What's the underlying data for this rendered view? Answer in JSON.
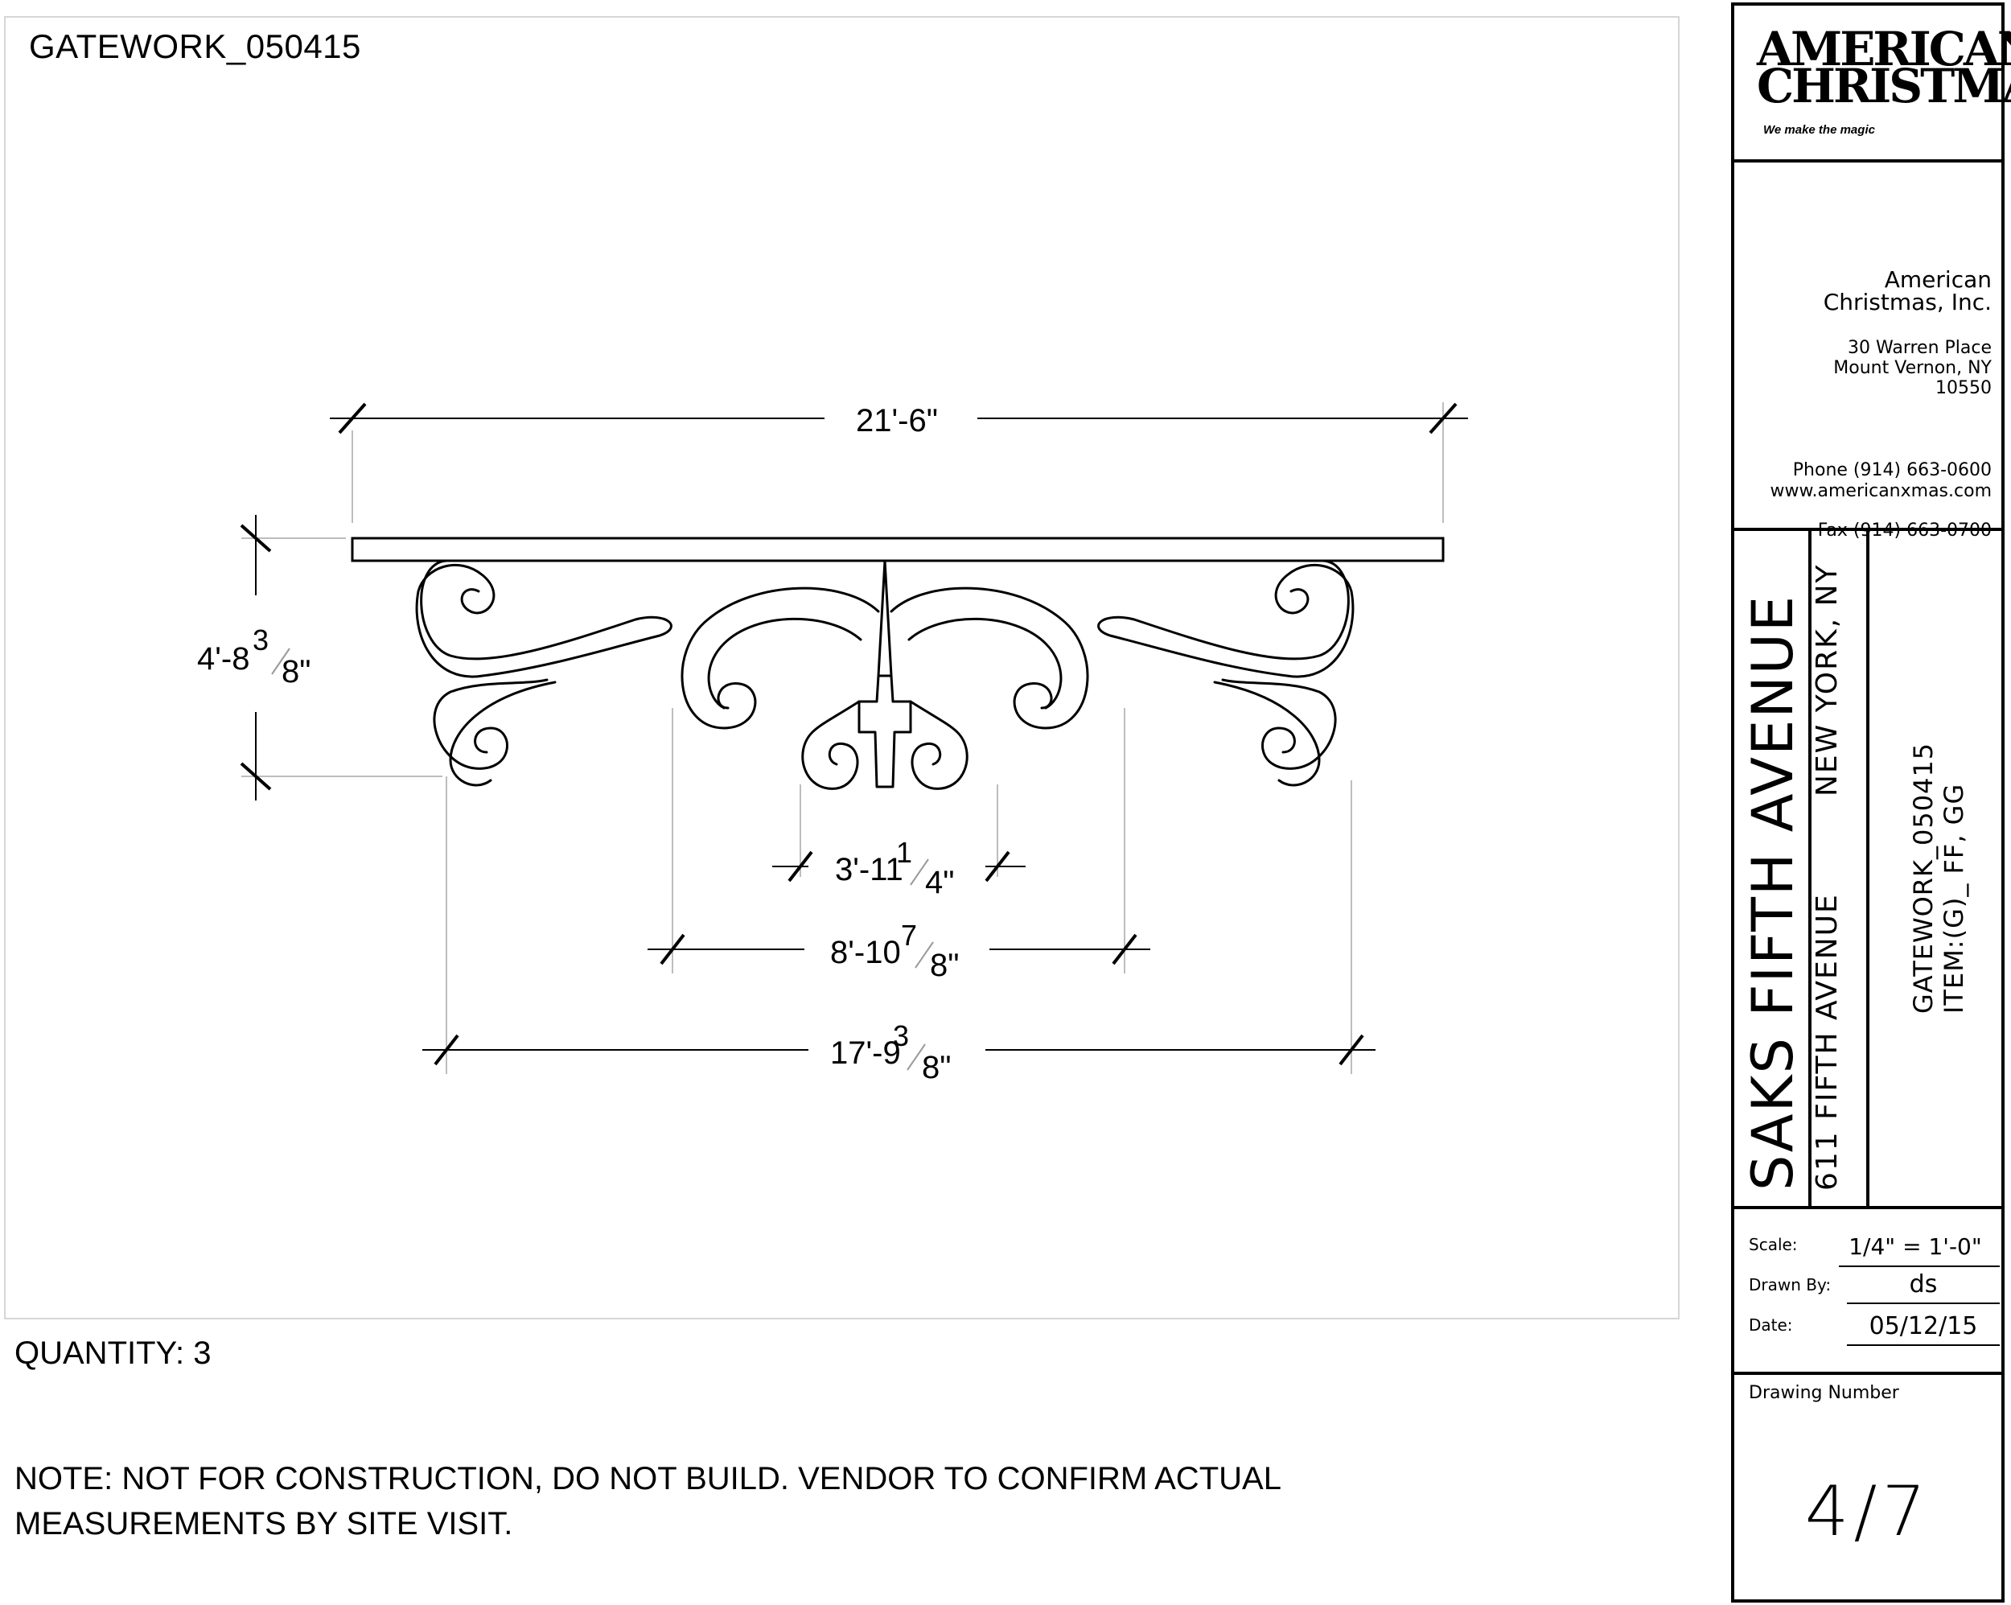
{
  "drawing": {
    "id_label": "GATEWORK_050415",
    "quantity": "QUANTITY: 3",
    "note": "NOTE: NOT FOR CONSTRUCTION, DO NOT BUILD. VENDOR TO CONFIRM ACTUAL MEASUREMENTS BY SITE VISIT.",
    "dimensions": {
      "overall_width": "21'-6\"",
      "height_main": "4'-8",
      "height_num": "3",
      "height_den": "8\"",
      "center_main": "3'-11",
      "center_num": "1",
      "center_den": "4\"",
      "inner_main": "8'-10",
      "inner_num": "7",
      "inner_den": "8\"",
      "base_main": "17'-9",
      "base_num": "3",
      "base_den": "8\""
    }
  },
  "titleblock": {
    "logo": {
      "line1": "AMERICAN",
      "line2": "CHRISTMAS",
      "tagline": "We make the magic"
    },
    "company": {
      "name1": "American",
      "name2": "Christmas, Inc.",
      "address1": "30 Warren Place",
      "address2": "Mount Vernon, NY",
      "zip": "10550",
      "phone": "Phone (914) 663-0600",
      "fax": "Fax (914) 663-0700",
      "web": "www.americanxmas.com"
    },
    "project": {
      "client": "SAKS FIFTH AVENUE",
      "address": "611 FIFTH AVENUE",
      "city": "NEW YORK, NY",
      "drawing_code": "GATEWORK_050415",
      "item": "ITEM:(G)_ FF, GG"
    },
    "info": {
      "scale_label": "Scale:",
      "scale_value": "1/4\" = 1'-0\"",
      "drawn_label": "Drawn By:",
      "drawn_value": "ds",
      "date_label": "Date:",
      "date_value": "05/12/15"
    },
    "number": {
      "label": "Drawing Number",
      "value": "4/7"
    }
  }
}
